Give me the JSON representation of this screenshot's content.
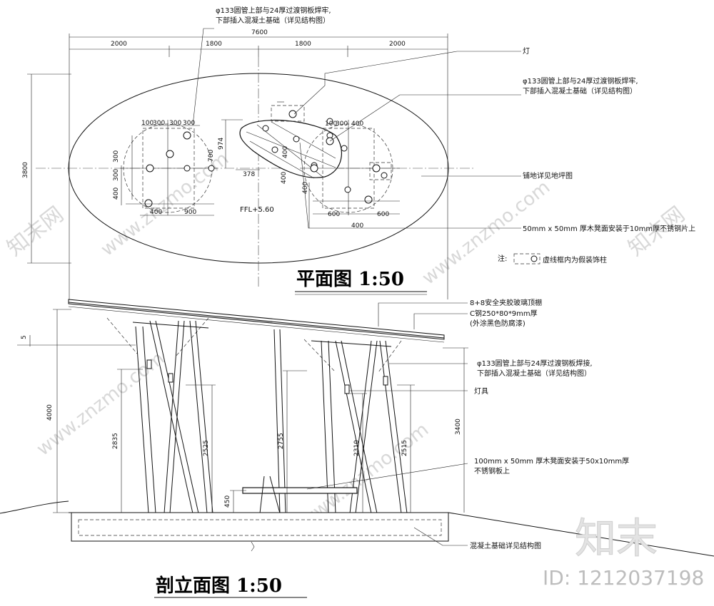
{
  "plan": {
    "title": "平面图 1:50",
    "overall_dim": "7600",
    "top_dims": [
      "2000",
      "1800",
      "1800",
      "2000"
    ],
    "height_dim": "3800",
    "ffl": "FFL+5.60",
    "left_dims": {
      "d100": "100",
      "d300a": "300",
      "d300b": "300",
      "d300c": "300",
      "d100b": "100",
      "d700": "700",
      "v300a": "300",
      "v300b": "300",
      "v400": "400",
      "h400": "400",
      "h900": "900"
    },
    "mid_dims": {
      "d974": "974",
      "d378": "378",
      "d400v": "400",
      "d400c": "400"
    },
    "right_dims": {
      "d100": "100",
      "d300": "300",
      "d400": "400",
      "d600a": "600",
      "d400b": "400",
      "d600b": "600",
      "v400": "400"
    },
    "notes": {
      "top_pipe": "φ133圆管上部与24厚过渡钢板焊牢,",
      "top_pipe2": "下部插入混凝土基础（详见结构图）",
      "lamp": "灯",
      "right_pipe": "φ133圆管上部与24厚过渡钢板焊牢,",
      "right_pipe2": "下部插入混凝土基础（详见结构图）",
      "paving": "铺地详见地坪图",
      "bench": "50mm x 50mm 厚木凳面安装于10mm厚不锈钢片上",
      "legend_prefix": "注:",
      "legend_text": "虚线框内为假装饰柱"
    }
  },
  "section": {
    "title": "剖立面图 1:50",
    "dims": {
      "d5": "5",
      "d4000": "4000",
      "d2835": "2835",
      "d2525": "2525",
      "d2755": "2755",
      "d2310": "2310",
      "d2515": "2515",
      "d3400": "3400",
      "d450": "450"
    },
    "notes": {
      "glass": "8+8安全夹胶玻璃顶棚",
      "steel": "C钢250*80*9mm厚",
      "steel2": "(外涂黑色防腐漆)",
      "pipe": "φ133圆管上部与24厚过渡钢板焊接,",
      "pipe2": "下部插入混凝土基础（详见结构图）",
      "lamp": "灯具",
      "bench": "100mm x 50mm 厚木凳面安装于50x10mm厚",
      "bench2": "不锈钢板上",
      "foundation": "混凝土基础详见结构图"
    }
  },
  "brand": {
    "logo": "知末",
    "id": "ID: 1212037198",
    "watermark": "www.znzmo.com",
    "watermark_cn": "知末网"
  }
}
